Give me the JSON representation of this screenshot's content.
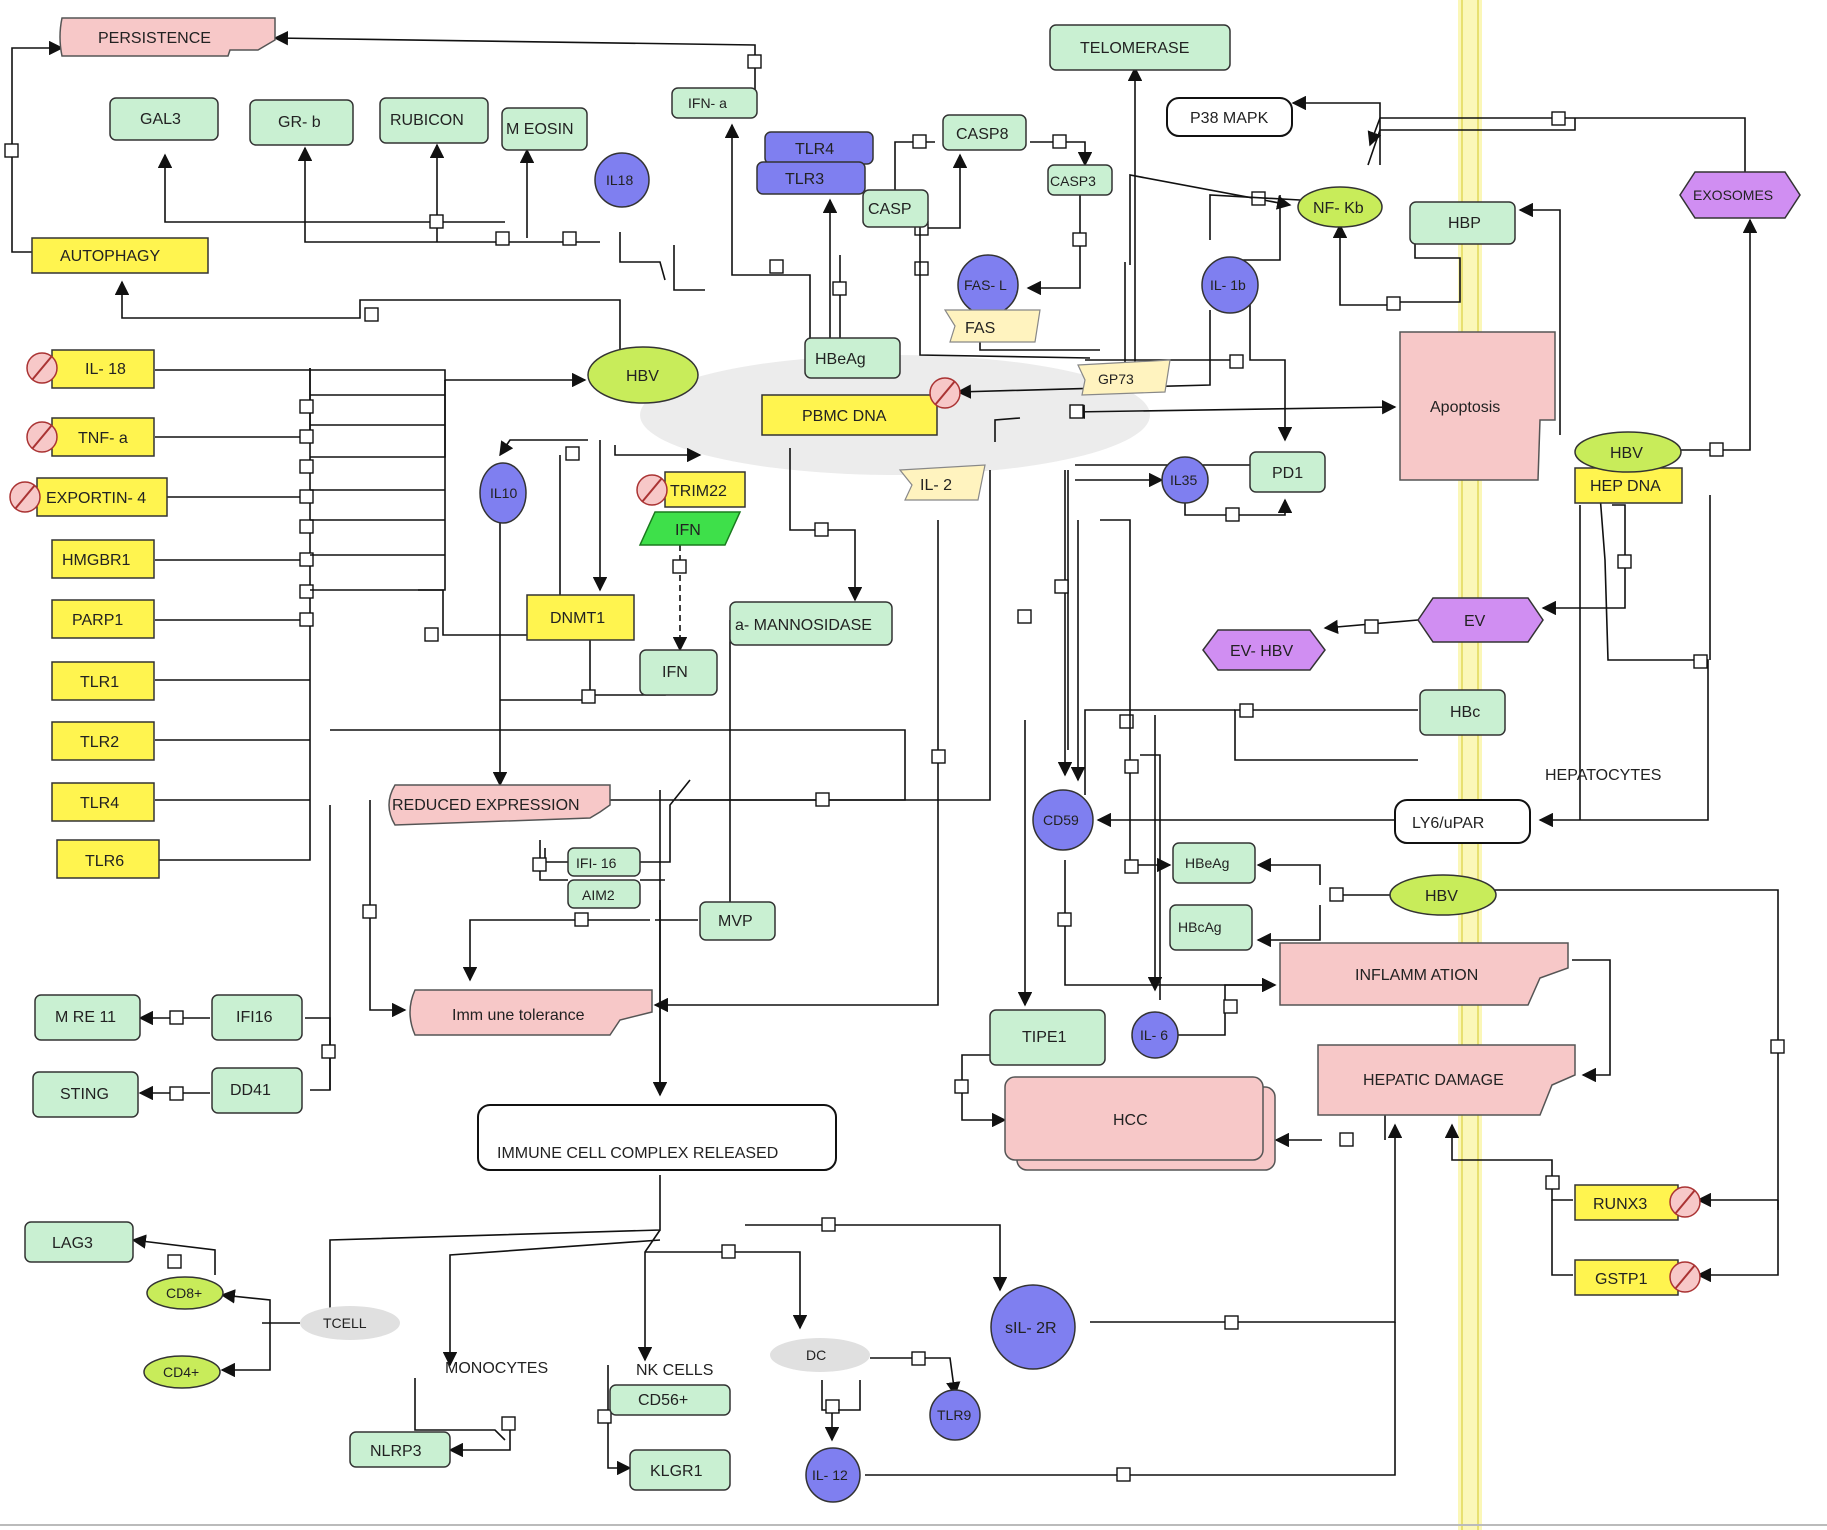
{
  "nodes": {
    "persistence": "PERSISTENCE",
    "gal3": "GAL3",
    "gr_b": "GR- b",
    "rubicon": "RUBICON",
    "meosin": "M EOSIN",
    "ifn_a": "IFN- a",
    "il18_circle": "IL18",
    "tlr4_top": "TLR4",
    "tlr3_top": "TLR3",
    "casp8": "CASP8",
    "casp_left": "CASP",
    "casp3": "CASP3",
    "telomerase": "TELOMERASE",
    "p38_mapk": "P38 MAPK",
    "nf_kb": "NF- Kb",
    "exosomes": "EXOSOMES",
    "hbp": "HBP",
    "autophagy": "AUTOPHAGY",
    "fas_l": "FAS- L",
    "fas": "FAS",
    "il_1b": "IL- 1b",
    "hbeag_top": "HBeAg",
    "gp73": "GP73",
    "apoptosis": "Apoptosis",
    "il_18": "IL- 18",
    "tnf_a": "TNF- a",
    "exportin_4": "EXPORTIN- 4",
    "hmgbr1": "HMGBR1",
    "parp1": "PARP1",
    "tlr1": "TLR1",
    "tlr2": "TLR2",
    "tlr4": "TLR4",
    "tlr6": "TLR6",
    "hbv_main": "HBV",
    "pbmc_dna": "PBMC DNA",
    "il10": "IL10",
    "trim22": "TRIM22",
    "ifn_para": "IFN",
    "il_2": "IL- 2",
    "il35": "IL35",
    "pd1": "PD1",
    "hbv_hep": "HBV",
    "hep_dna": "HEP DNA",
    "dnmt1": "DNMT1",
    "a_mannosidase": "a- MANNOSIDASE",
    "ifn_box": "IFN",
    "ev": "EV",
    "ev_hbv": "EV- HBV",
    "hbc": "HBc",
    "hepatocytes": "HEPATOCYTES",
    "reduced_expression": "REDUCED EXPRESSION",
    "cd59": "CD59",
    "ly6upar": "LY6/uPAR",
    "ifi16_a": "IFI- 16",
    "aim2": "AIM2",
    "hbeag_mid": "HBeAg",
    "hbv_lower": "HBV",
    "mvp": "MVP",
    "hbcag": "HBcAg",
    "inflammation": "INFLAMM ATION",
    "mre11": "M RE 11",
    "ifi16_b": "IFI16",
    "immune_tolerance": "Imm une tolerance",
    "tipe1": "TIPE1",
    "il_6": "IL- 6",
    "sting": "STING",
    "dd41": "DD41",
    "hepatic_damage": "HEPATIC DAMAGE",
    "immune_cell_complex": "IMMUNE CELL COMPLEX RELEASED",
    "hcc": "HCC",
    "lag3": "LAG3",
    "runx3": "RUNX3",
    "cd8": "CD8+",
    "tcell": "TCELL",
    "sil_2r": "sIL- 2R",
    "gstp1": "GSTP1",
    "cd4": "CD4+",
    "monocytes": "MONOCYTES",
    "nk_cells": "NK CELLS",
    "dc": "DC",
    "cd56": "CD56+",
    "tlr9": "TLR9",
    "nlrp3": "NLRP3",
    "klgr1": "KLGR1",
    "il_12": "IL- 12"
  }
}
